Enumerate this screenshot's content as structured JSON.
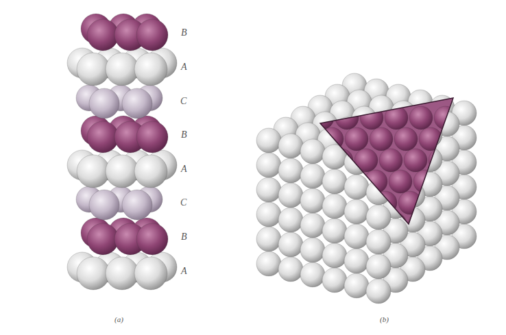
{
  "diagram": {
    "labels": [
      "B",
      "A",
      "C",
      "B",
      "A",
      "C",
      "B",
      "A",
      "(a)",
      "(b)"
    ]
  }
}
